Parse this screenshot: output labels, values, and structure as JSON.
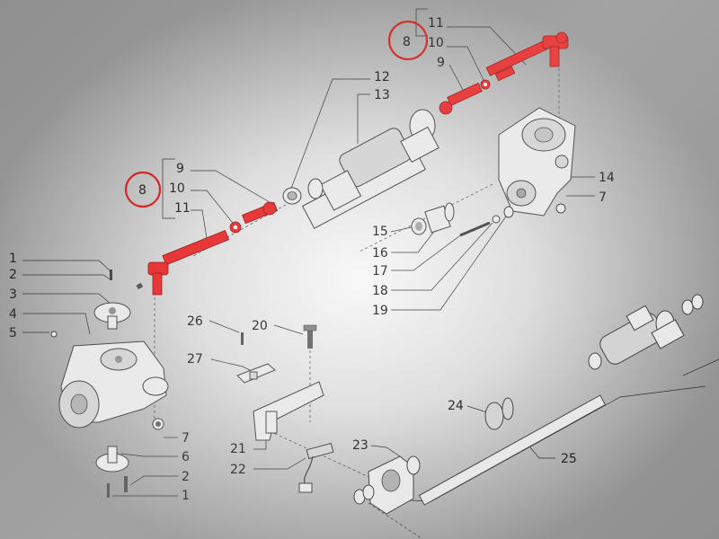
{
  "callouts": {
    "c1a": "1",
    "c1b": "1",
    "c2a": "2",
    "c2b": "2",
    "c3": "3",
    "c4": "4",
    "c5": "5",
    "c6": "6",
    "c7a": "7",
    "c7b": "7",
    "c8a": "8",
    "c8b": "8",
    "c9a": "9",
    "c9b": "9",
    "c10a": "10",
    "c10b": "10",
    "c11a": "11",
    "c11b": "11",
    "c12": "12",
    "c13": "13",
    "c14": "14",
    "c15": "15",
    "c16": "16",
    "c17": "17",
    "c18": "18",
    "c19": "19",
    "c20": "20",
    "c21": "21",
    "c22": "22",
    "c23": "23",
    "c24": "24",
    "c25": "25",
    "c26": "26",
    "c27": "27"
  },
  "colors": {
    "highlight": "#e41a1a",
    "ring": "#d01010",
    "ink": "#222222"
  }
}
